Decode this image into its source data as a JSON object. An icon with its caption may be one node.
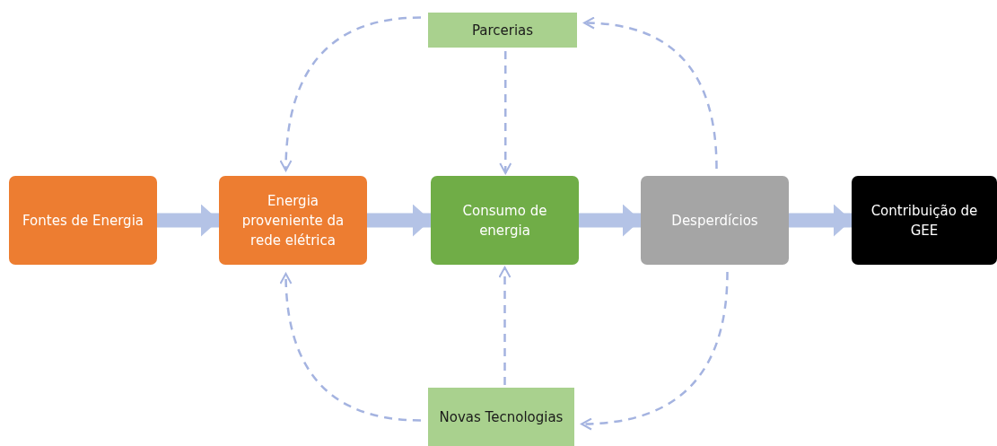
{
  "diagram": {
    "nodes": [
      {
        "text": [
          "Fontes de Energia"
        ]
      },
      {
        "text": [
          "Energia proveniente da rede elétrica"
        ]
      },
      {
        "text": [
          "Consumo de energia"
        ]
      },
      {
        "text": [
          "Desperdícios"
        ]
      },
      {
        "text": [
          "Contribuição de GEE"
        ]
      },
      {
        "text": [
          "Parcerias"
        ]
      },
      {
        "text": [
          "Novas Tecnologias"
        ]
      }
    ],
    "edges": [
      {
        "from": 0,
        "to": 1,
        "arrow": "to",
        "style": "thick"
      },
      {
        "from": 1,
        "to": 2,
        "arrow": "to",
        "style": "thick"
      },
      {
        "from": 2,
        "to": 3,
        "arrow": "to",
        "style": "thick"
      },
      {
        "from": 3,
        "to": 4,
        "arrow": "to",
        "style": "thick"
      },
      {
        "from": 3,
        "to": 5,
        "arrow": "to",
        "style": "dashed"
      },
      {
        "from": 5,
        "to": 1,
        "arrow": "to",
        "style": "dashed"
      },
      {
        "from": 5,
        "to": 2,
        "arrow": "to",
        "style": "dashed"
      },
      {
        "from": 6,
        "to": 2,
        "arrow": "to",
        "style": "dashed"
      },
      {
        "from": 6,
        "to": 1,
        "arrow": "to",
        "style": "dashed"
      },
      {
        "from": 3,
        "to": 6,
        "arrow": "to",
        "style": "dashed"
      }
    ]
  }
}
